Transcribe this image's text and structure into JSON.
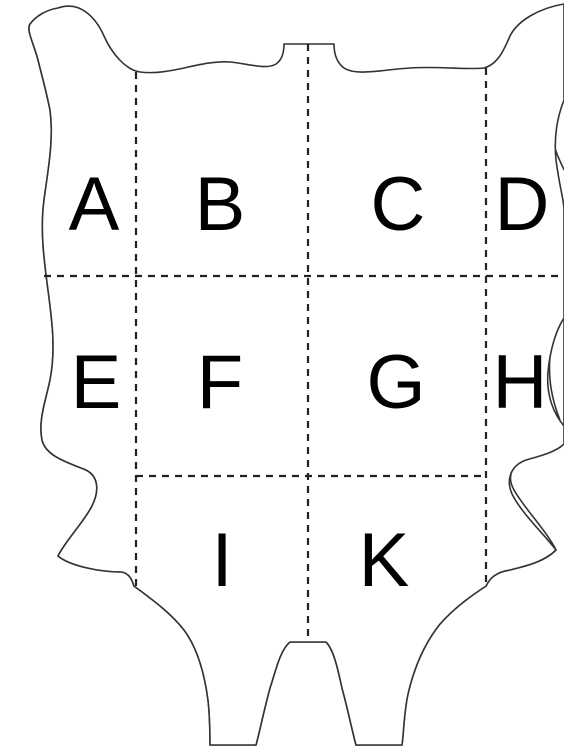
{
  "regions": [
    {
      "id": "A",
      "label": "A"
    },
    {
      "id": "B",
      "label": "B"
    },
    {
      "id": "C",
      "label": "C"
    },
    {
      "id": "D",
      "label": "D"
    },
    {
      "id": "E",
      "label": "E"
    },
    {
      "id": "F",
      "label": "F"
    },
    {
      "id": "G",
      "label": "G"
    },
    {
      "id": "H",
      "label": "H"
    },
    {
      "id": "I",
      "label": "I"
    },
    {
      "id": "K",
      "label": "K"
    }
  ],
  "colors": {
    "outline": "#333333",
    "cut_lines": "#222222",
    "labels": "#000000",
    "background": "#ffffff"
  }
}
